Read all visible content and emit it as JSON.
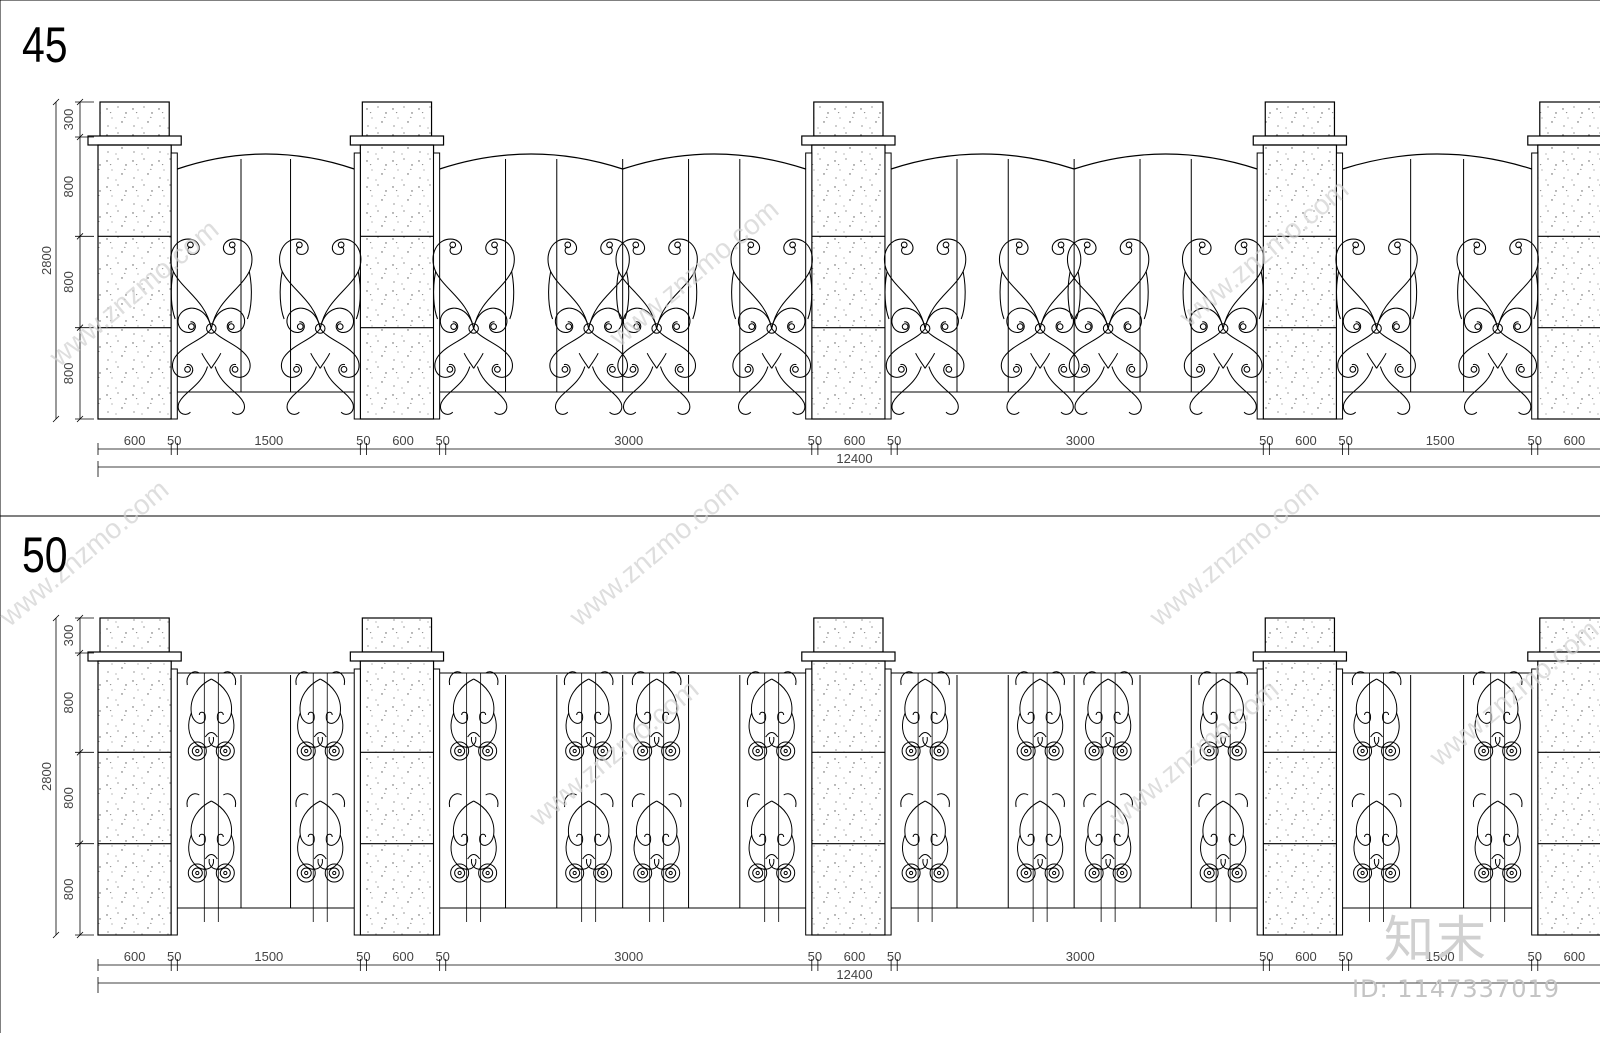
{
  "panels": [
    {
      "number": "45",
      "scroll_style": "arched",
      "height_total": "2800",
      "height_segments": [
        "300",
        "800",
        "800",
        "800"
      ],
      "width_segments": [
        "600",
        "50",
        "1500",
        "50",
        "600",
        "50",
        "3000",
        "50",
        "600",
        "50",
        "3000",
        "50",
        "600",
        "50",
        "1500",
        "50",
        "600"
      ],
      "width_total": "12400"
    },
    {
      "number": "50",
      "scroll_style": "flat",
      "height_total": "2800",
      "height_segments": [
        "300",
        "800",
        "800",
        "800"
      ],
      "width_segments": [
        "600",
        "50",
        "1500",
        "50",
        "600",
        "50",
        "3000",
        "50",
        "600",
        "50",
        "3000",
        "50",
        "600",
        "50",
        "1500",
        "50",
        "600"
      ],
      "width_total": "12400"
    }
  ],
  "watermark": {
    "url": "www.znzmo.com",
    "brand": "知末",
    "id_text": "ID: 1147337019"
  },
  "colors": {
    "line": "#000000",
    "granite_dot": "#555555",
    "watermark": "#d0d0d0"
  }
}
